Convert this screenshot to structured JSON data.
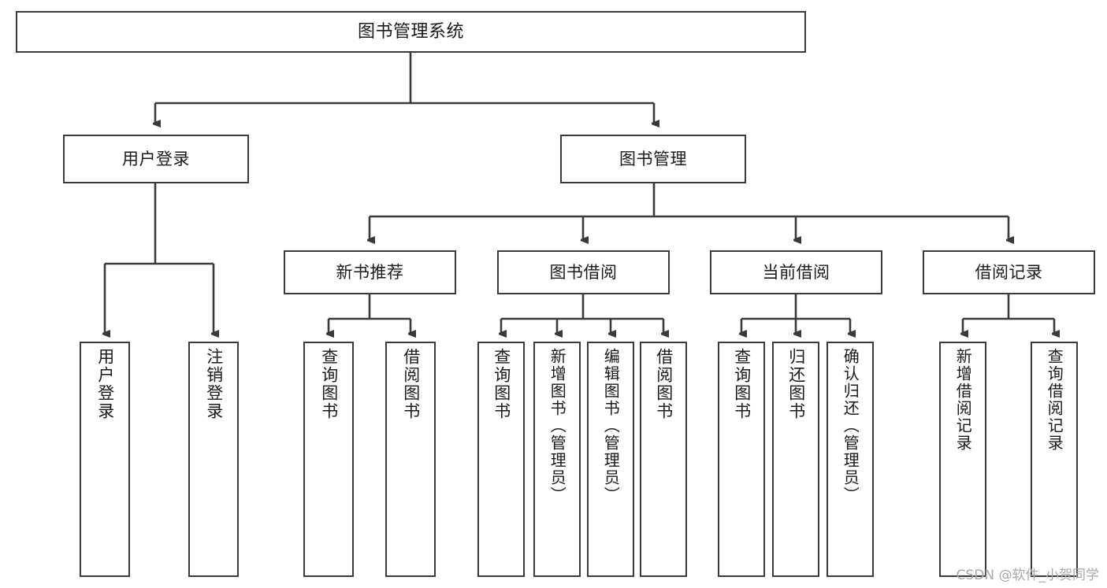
{
  "diagram": {
    "title": "图书管理系统",
    "type": "tree",
    "watermark": "CSDN @软件_小贺同学",
    "colors": {
      "box_border": "#3a3a3a",
      "connector": "#3a3a3a",
      "background": "#ffffff",
      "text": "#1a1a1a",
      "watermark": "#a8a8a8"
    },
    "root": {
      "label": "图书管理系统"
    },
    "level1": [
      {
        "label": "用户登录"
      },
      {
        "label": "图书管理"
      }
    ],
    "level2": [
      {
        "label": "新书推荐"
      },
      {
        "label": "图书借阅"
      },
      {
        "label": "当前借阅"
      },
      {
        "label": "借阅记录"
      }
    ],
    "leaves": {
      "user_login": [
        {
          "label": "用户登录"
        },
        {
          "label": "注销登录"
        }
      ],
      "new_book_recommend": [
        {
          "label": "查询图书"
        },
        {
          "label": "借阅图书"
        }
      ],
      "book_borrow": [
        {
          "label": "查询图书"
        },
        {
          "label": "新增图书（管理员）"
        },
        {
          "label": "编辑图书（管理员）"
        },
        {
          "label": "借阅图书"
        }
      ],
      "current_borrow": [
        {
          "label": "查询图书"
        },
        {
          "label": "归还图书"
        },
        {
          "label": "确认归还（管理员）"
        }
      ],
      "borrow_record": [
        {
          "label": "新增借阅记录"
        },
        {
          "label": "查询借阅记录"
        }
      ]
    }
  }
}
